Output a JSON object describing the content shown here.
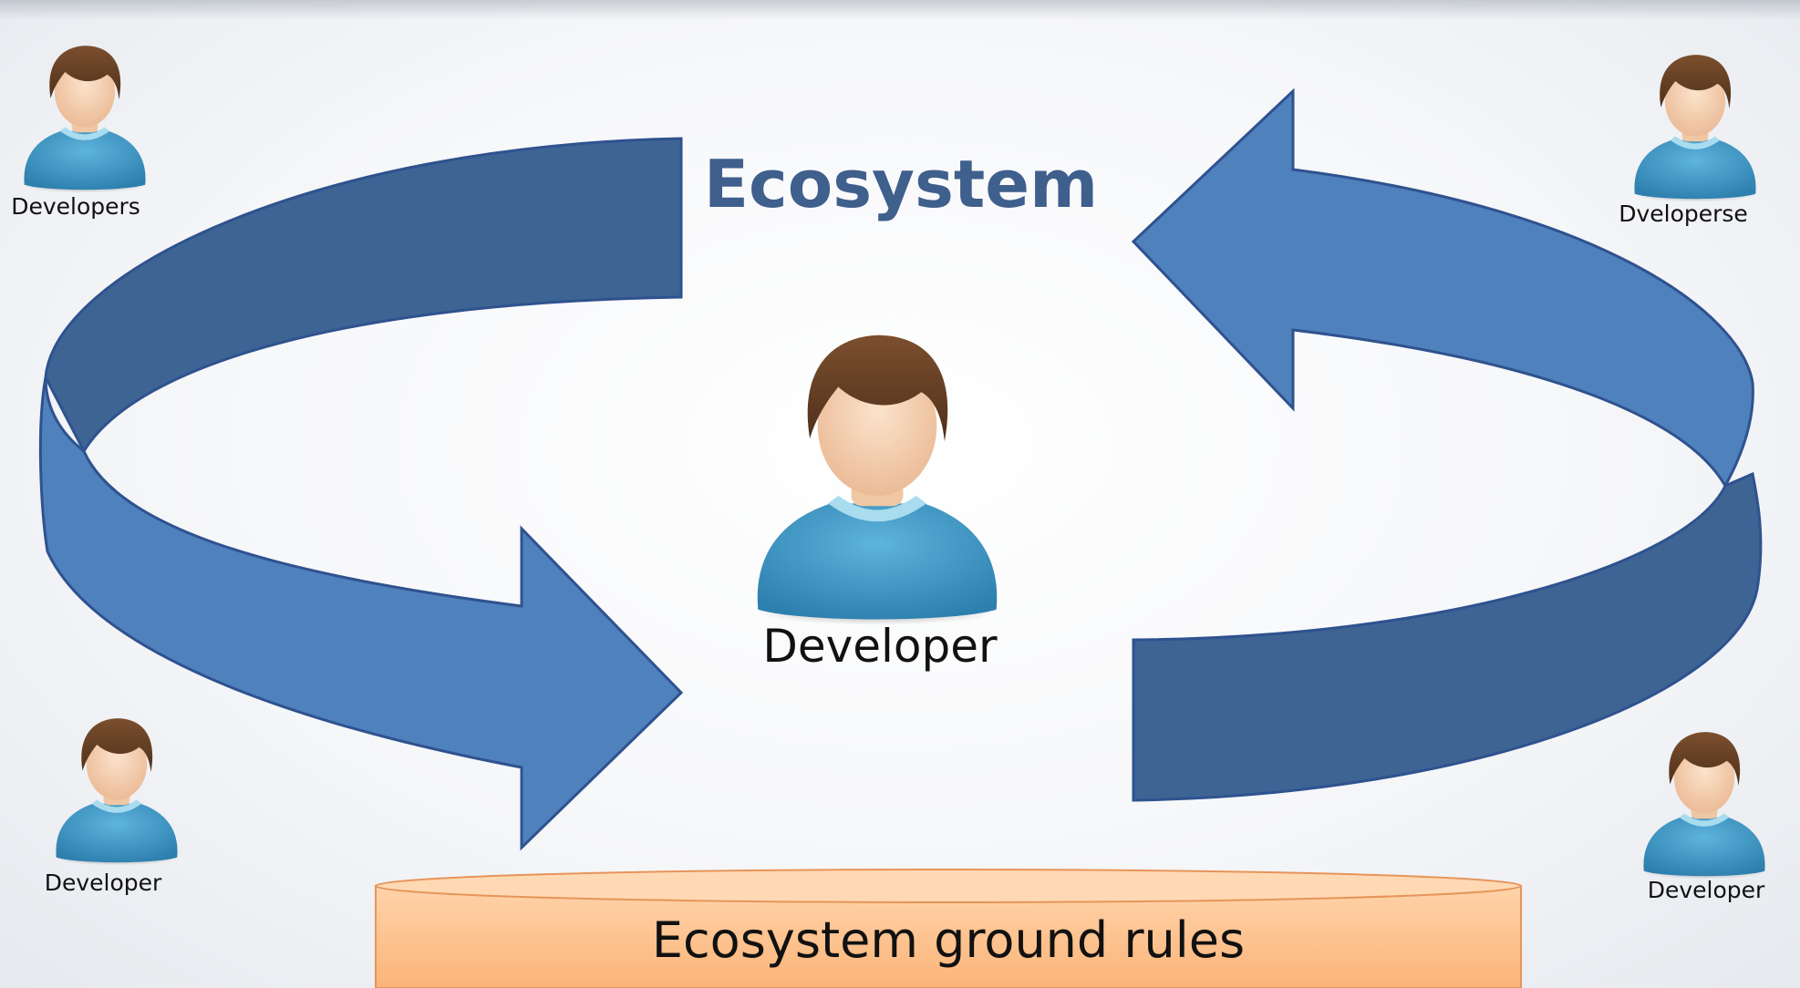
{
  "title": "Ecosystem",
  "center_person": {
    "label": "Developer",
    "icon": "person-icon"
  },
  "persons": {
    "top_left": {
      "label": "Developers",
      "icon": "person-icon"
    },
    "top_right": {
      "label": "Dveloperse",
      "icon": "person-icon"
    },
    "bottom_left": {
      "label": "Developer",
      "icon": "person-icon"
    },
    "bottom_right": {
      "label": "Developer",
      "icon": "person-icon"
    }
  },
  "platform": {
    "label": "Ecosystem ground rules"
  },
  "colors": {
    "title": "#3f5f8c",
    "arrow_light": "#4f81bd",
    "arrow_dark": "#3e6494",
    "arrow_outline": "#2f528f",
    "person_shirt": "#4aa3cf",
    "person_collar": "#a9dcef",
    "person_hair": "#6b4427",
    "person_skin": "#f4cfae",
    "platform_fill": "#fbbf88",
    "platform_outline": "#e6955a"
  }
}
